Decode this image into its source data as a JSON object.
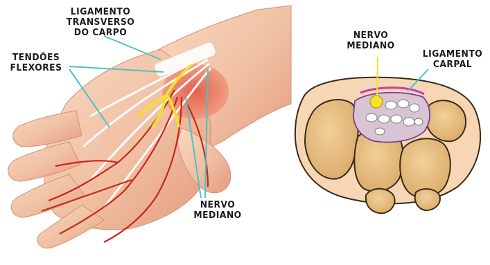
{
  "labels": {
    "ligamento_transverso": "LIGAMENTO\nTRANSVERSO\nDO CARPO",
    "tendoes_flexores": "TENDÕES\nFLEXORES",
    "nervo_mediano_hand": "NERVO\nMEDIANO",
    "nervo_mediano_section": "NERVO\nMEDIANO",
    "ligamento_carpal": "LIGAMENTO\nCARPAL"
  },
  "colors": {
    "skin": "#f3c7ab",
    "skin_shadow": "#e79f84",
    "artery": "#c4281c",
    "nerve": "#f3e12a",
    "leader_line": "#4fc1c3",
    "bone": "#e8c083",
    "bone_outline": "#3a2a18",
    "tendon": "#ffffff"
  }
}
